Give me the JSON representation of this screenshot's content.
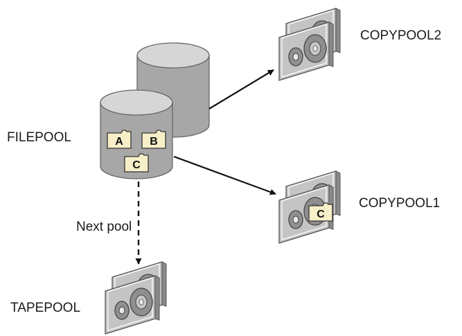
{
  "labels": {
    "filepool": "FILEPOOL",
    "copypool1": "COPYPOOL1",
    "copypool2": "COPYPOOL2",
    "tapepool": "TAPEPOOL",
    "next_pool": "Next pool"
  },
  "files": {
    "file_a": "A",
    "file_b": "B",
    "file_c": "C",
    "copy_c": "C"
  },
  "colors": {
    "disk_top": "#d6d6d6",
    "disk_body": "#a7a7a7",
    "tape_body": "#c4c4c4",
    "folder": "#f7efc8",
    "arrow": "#111111"
  }
}
